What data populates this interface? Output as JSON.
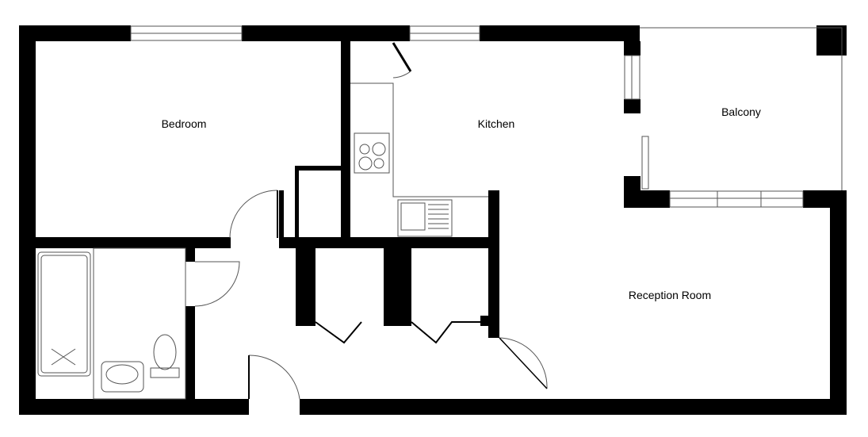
{
  "plan": {
    "rooms": {
      "bedroom": "Bedroom",
      "kitchen": "Kitchen",
      "balcony": "Balcony",
      "reception": "Reception Room"
    },
    "colors": {
      "wall": "#000000",
      "fixture": "#555555",
      "background": "#ffffff"
    }
  }
}
